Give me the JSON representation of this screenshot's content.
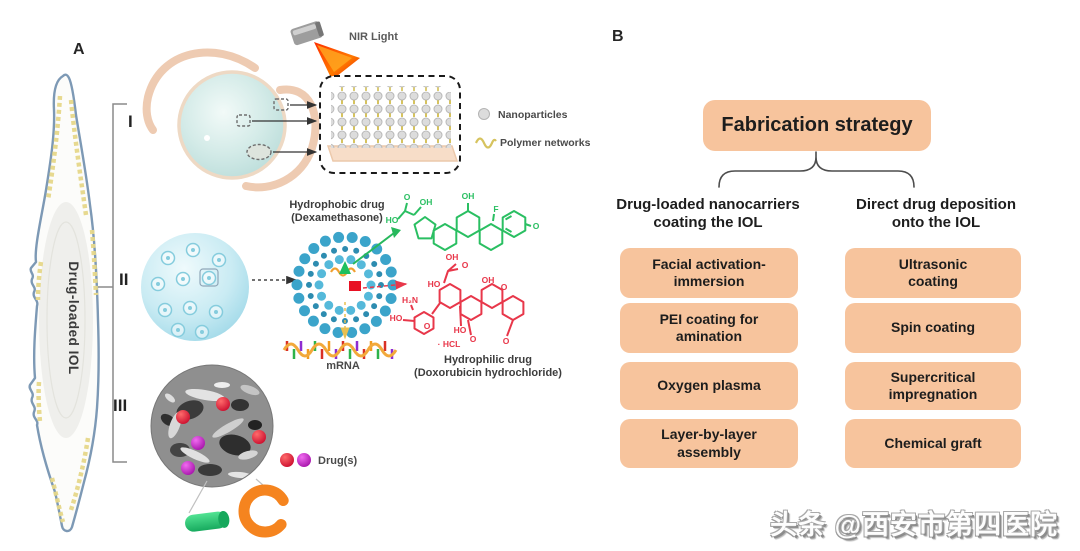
{
  "panel_a": {
    "label": "A",
    "side_iol_label": "Drug-loaded IOL",
    "stage_labels": [
      "I",
      "II",
      "III"
    ],
    "nir_label": "NIR Light",
    "legend": {
      "nanoparticles": "Nanoparticles",
      "polymer_networks": "Polymer networks"
    },
    "hydrophobic_drug": {
      "line1": "Hydrophobic drug",
      "line2": "(Dexamethasone)"
    },
    "hydrophilic_drug": {
      "line1": "Hydrophilic drug",
      "line2": "(Doxorubicin hydrochloride)"
    },
    "mrna_label": "mRNA",
    "drugs_label": "Drug(s)",
    "chem": {
      "dex_atoms": [
        "HO",
        "O",
        "OH",
        "OH",
        "F",
        "O"
      ],
      "dox_atoms": [
        "OH",
        "O",
        "HO",
        "OH",
        "O",
        "H₂N",
        "HO",
        "O",
        "HO",
        "O",
        "O"
      ],
      "hcl": "· HCL"
    },
    "colors": {
      "dexamethasone_green": "#2abf62",
      "doxorubicin_red": "#e8374a",
      "nanoparticle_gray": "#dcdcdc",
      "polymer_yellow": "#d6c35e",
      "drug_red": "#e8112d",
      "drug_magenta": "#cc2fd1",
      "micelle_blue": "#3ba4ca"
    }
  },
  "panel_b": {
    "label": "B",
    "title": "Fabrication strategy",
    "box_color": "#f7c49d",
    "text_color": "#1d1d1d",
    "columns": [
      {
        "header": "Drug-loaded nanocarriers\ncoating the IOL",
        "items": [
          "Facial activation-\nimmersion",
          "PEI coating for\namination",
          "Oxygen plasma",
          "Layer-by-layer\nassembly"
        ]
      },
      {
        "header": "Direct drug deposition\nonto the IOL",
        "items": [
          "Ultrasonic\ncoating",
          "Spin coating",
          "Supercritical\nimpregnation",
          "Chemical graft"
        ]
      }
    ]
  },
  "watermark": "头条 @西安市第四医院"
}
